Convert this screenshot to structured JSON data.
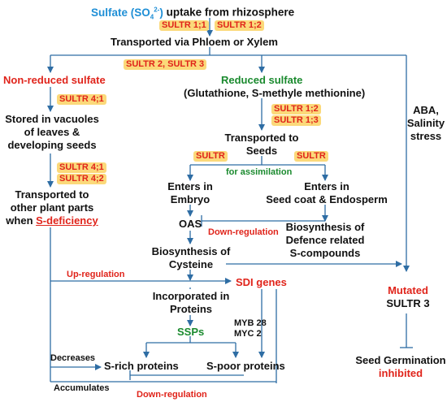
{
  "title": {
    "prefix": "Sulfate (SO",
    "sub": "4",
    "sup": "2-",
    "close": ")",
    "rest": " uptake from rhizosphere"
  },
  "tags": {
    "sultr11": "SULTR 1;1",
    "sultr12_top": "SULTR 1;2",
    "sultr2_3": "SULTR 2, SULTR 3",
    "sultr41_a": "SULTR 4;1",
    "sultr12_r": "SULTR 1;2",
    "sultr13": "SULTR 1;3",
    "sultr_left": "SULTR",
    "sultr_right": "SULTR",
    "sultr41_b": "SULTR 4;1",
    "sultr42": "SULTR 4;2"
  },
  "nodes": {
    "phloem": "Transported via Phloem or Xylem",
    "non_reduced": "Non-reduced sulfate",
    "reduced": "Reduced sulfate",
    "reduced_sub": "(Glutathione, S-methyle methionine)",
    "stored_1": "Stored in vacuoles",
    "stored_2": "of leaves &",
    "stored_3": "developing seeds",
    "transported_seeds_1": "Transported to",
    "transported_seeds_2": "Seeds",
    "for_assimilation": "for assimilation",
    "embryo_1": "Enters in",
    "embryo_2": "Embryo",
    "seedcoat_1": "Enters in",
    "seedcoat_2": "Seed coat & Endosperm",
    "oas": "OAS",
    "down_reg_1": "Down-regulation",
    "biosyn_cys_1": "Biosynthesis of",
    "biosyn_cys_2": "Cysteine",
    "defence_1": "Biosynthesis of",
    "defence_2": "Defence related",
    "defence_3": "S-compounds",
    "other_1": "Transported to",
    "other_2": "other plant parts",
    "other_3_pre": "when ",
    "other_3_link": "S-deficiency",
    "up_reg": "Up-regulation",
    "sdi": "SDI genes",
    "incorporated_1": "Incorporated in",
    "incorporated_2": "Proteins",
    "myb": "MYB 28",
    "myc": "MYC 2",
    "ssps": "SSPs",
    "decreases": "Decreases",
    "s_rich": "S-rich proteins",
    "s_poor": "S-poor proteins",
    "accumulates": "Accumulates",
    "down_reg_2": "Down-regulation",
    "aba_1": "ABA,",
    "aba_2": "Salinity",
    "aba_3": "stress",
    "mutated": "Mutated",
    "sultr3": "SULTR 3",
    "germ_1": "Seed Germination",
    "germ_2": "inhibited"
  },
  "colors": {
    "red": "#e0241b",
    "green": "#1a8a2e",
    "blue": "#1f8fd6",
    "arrow": "#2e6da4",
    "tag_bg": "#fbd97a"
  }
}
